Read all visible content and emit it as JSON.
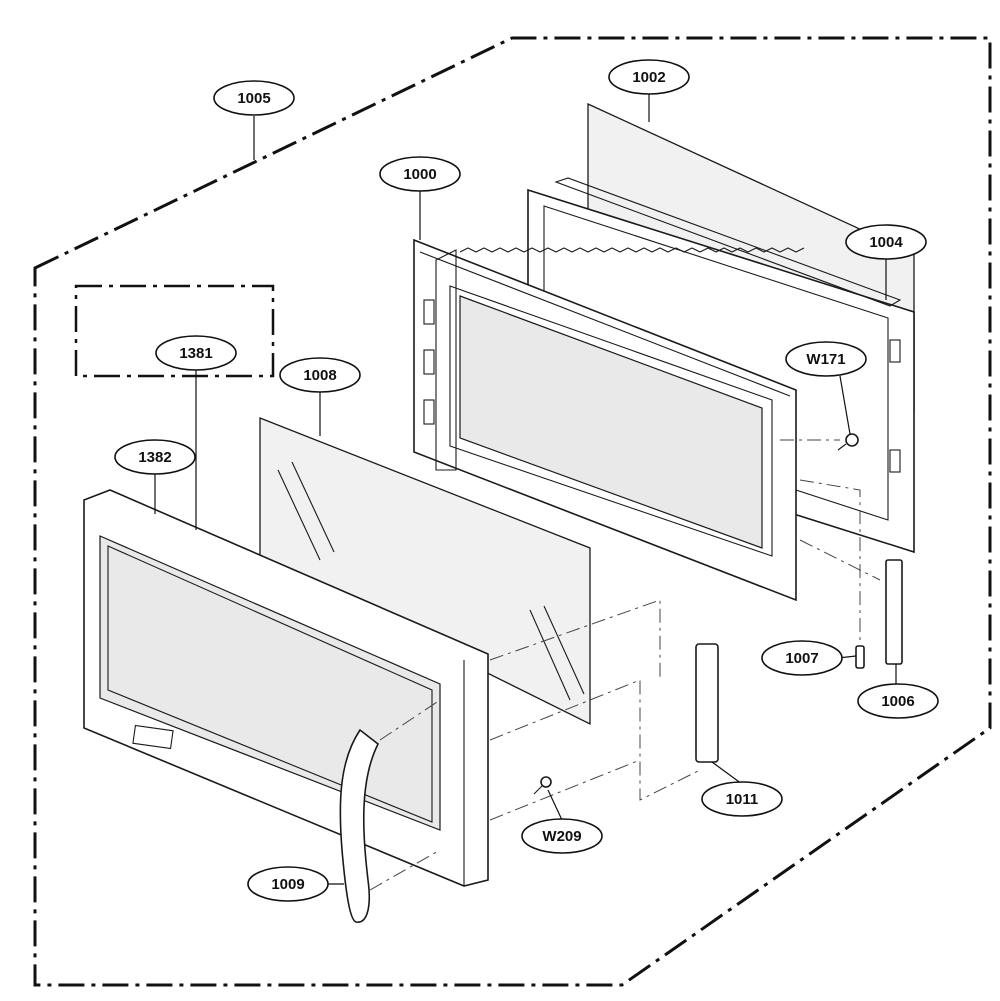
{
  "diagram": {
    "callouts": [
      {
        "id": "1005",
        "label": "1005"
      },
      {
        "id": "1002",
        "label": "1002"
      },
      {
        "id": "1000",
        "label": "1000"
      },
      {
        "id": "1004",
        "label": "1004"
      },
      {
        "id": "1381",
        "label": "1381"
      },
      {
        "id": "1008",
        "label": "1008"
      },
      {
        "id": "W171",
        "label": "W171"
      },
      {
        "id": "1382",
        "label": "1382"
      },
      {
        "id": "1007",
        "label": "1007"
      },
      {
        "id": "1006",
        "label": "1006"
      },
      {
        "id": "1011",
        "label": "1011"
      },
      {
        "id": "W209",
        "label": "W209"
      },
      {
        "id": "1009",
        "label": "1009"
      }
    ]
  }
}
